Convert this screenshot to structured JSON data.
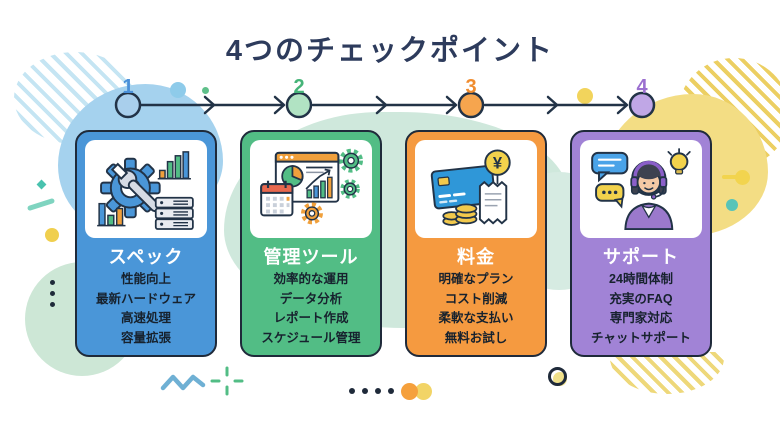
{
  "title": "4つのチェックポイント",
  "colors": {
    "navy": "#223347",
    "card_blue": "#4a96d8",
    "card_green": "#52bd85",
    "card_orange": "#f59a40",
    "card_purple": "#a183d6"
  },
  "steps": [
    {
      "number": "1",
      "color": "#4a90d9"
    },
    {
      "number": "2",
      "color": "#45b478"
    },
    {
      "number": "3",
      "color": "#f08c2e"
    },
    {
      "number": "4",
      "color": "#9b6fd0"
    }
  ],
  "cards": [
    {
      "title": "スペック",
      "color": "#4a96d8",
      "icon": "gear-wrench-chart-server-icon",
      "items": [
        "性能向上",
        "最新ハードウェア",
        "高速処理",
        "容量拡張"
      ]
    },
    {
      "title": "管理ツール",
      "color": "#52bd85",
      "icon": "dashboard-analytics-calendar-gears-icon",
      "items": [
        "効率的な運用",
        "データ分析",
        "レポート作成",
        "スケジュール管理"
      ]
    },
    {
      "title": "料金",
      "color": "#f59a40",
      "icon": "credit-card-coins-receipt-yen-icon",
      "icon_glyph": "¥",
      "items": [
        "明確なプラン",
        "コスト削減",
        "柔軟な支払い",
        "無料お試し"
      ]
    },
    {
      "title": "サポート",
      "color": "#a183d6",
      "icon": "support-agent-headset-icon",
      "items": [
        "24時間体制",
        "充実のFAQ",
        "専門家対応",
        "チャットサポート"
      ]
    }
  ]
}
